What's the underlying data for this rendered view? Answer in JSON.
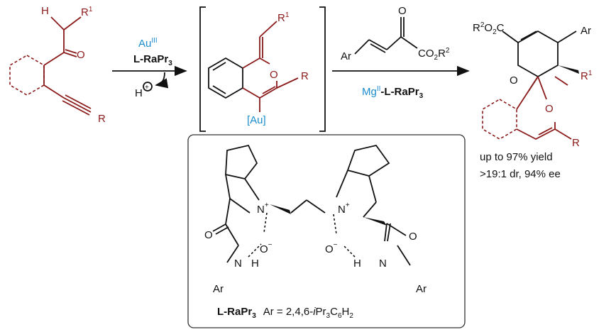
{
  "colors": {
    "substrate": "#8b1a1a",
    "catalyst": "#1a8ccc",
    "text": "#111111"
  },
  "reactant": {
    "H": "H",
    "R1": "R",
    "R1_sup": "1",
    "O": "O",
    "R": "R"
  },
  "step1": {
    "metal": "Au",
    "metal_ox": "III",
    "ligand": "L-RaPr",
    "ligand_sub": "3",
    "proton": "H",
    "proton_charge": "+"
  },
  "intermediate": {
    "R1": "R",
    "R1_sup": "1",
    "O": "O",
    "R": "R",
    "metal": "[Au]"
  },
  "step2": {
    "Ar": "Ar",
    "O": "O",
    "ester": "CO",
    "ester_sub": "2",
    "ester_R": "R",
    "ester_sup": "2",
    "metal": "Mg",
    "metal_ox": "II",
    "ligand": "-L-RaPr",
    "ligand_sub": "3"
  },
  "product": {
    "ester_R": "R",
    "ester_sup": "2",
    "ester": "O",
    "ester_sub": "2",
    "ester_C": "C",
    "Ar": "Ar",
    "R1": "R",
    "R1_sup": "1",
    "O1": "O",
    "O2": "O",
    "R": "R"
  },
  "results": {
    "yield": "up to 97% yield",
    "selectivity": ">19:1 dr, 94% ee"
  },
  "ligand_box": {
    "O": "O",
    "N": "N",
    "plus": "+",
    "Ominus": "O",
    "minus": "−",
    "H": "H",
    "Ar": "Ar",
    "name": "L-RaPr",
    "name_sub": "3",
    "ar_def": "Ar = 2,4,6-",
    "ar_i": "i",
    "ar_pr": "Pr",
    "ar_3": "3",
    "ar_c": "C",
    "ar_6": "6",
    "ar_h": "H",
    "ar_2": "2"
  }
}
